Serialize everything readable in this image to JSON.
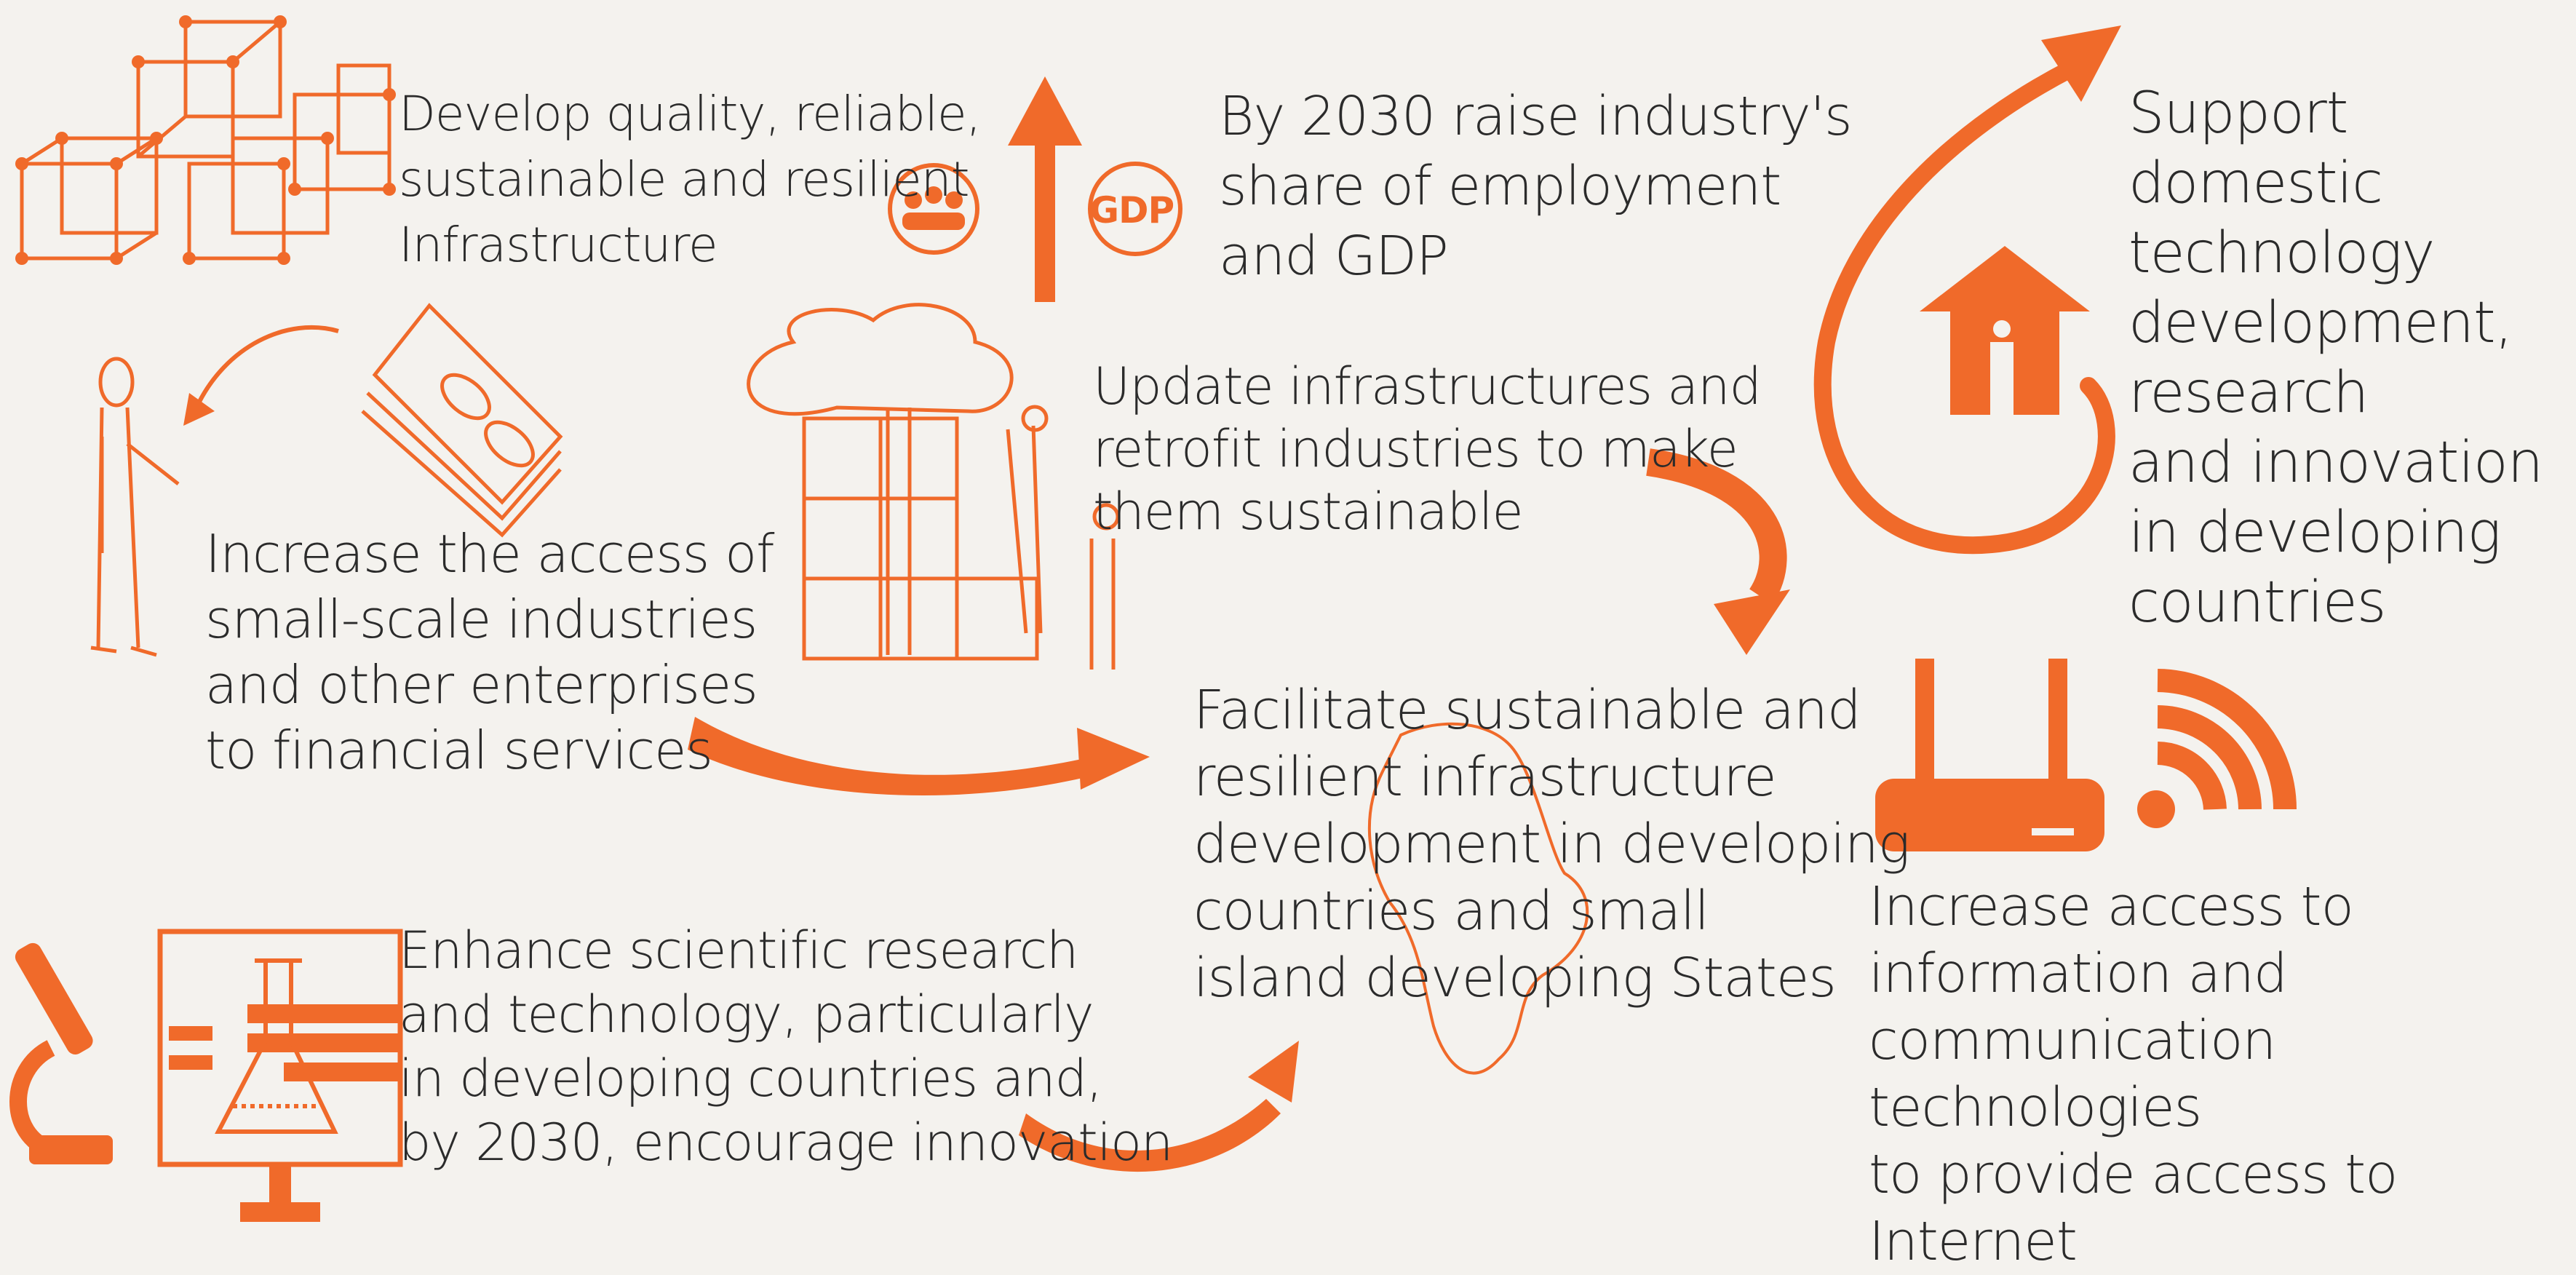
{
  "colors": {
    "accent": "#f06a2a",
    "ink": "#2b2b2b",
    "background": "#f4f2ee"
  },
  "icons": [
    "cubes-icon",
    "up-arrow-icon",
    "people-icon",
    "gdp-icon",
    "house-icon",
    "loop-arrow-icon",
    "person-icon",
    "money-icon",
    "curved-arrow-icon",
    "building-icon",
    "tree-icon",
    "swoosh-arrow-icon",
    "router-icon",
    "wifi-icon",
    "microscope-icon",
    "monitor-icon",
    "flask-icon",
    "africa-map-icon"
  ],
  "targets": {
    "infrastructure": "Develop quality, reliable,\nsustainable and resilient\nInfrastructure",
    "gdp_share": "By 2030 raise industry's\nshare of employment\nand GDP",
    "gdp_badge": "GDP",
    "domestic_tech": "Support domestic\ntechnology\ndevelopment,\n  research\n    and innovation\n    in developing\n    countries",
    "retrofit": "Update infrastructures and\nretrofit industries to make\n   them sustainable",
    "financial": "Increase the access of\nsmall-scale industries\nand other enterprises\nto financial services",
    "facilitate": "Facilitate sustainable and\nresilient infrastructure\ndevelopment in developing\ncountries and small\nisland developing States",
    "ict": "Increase access to\ninformation and\ncommunication technologies\nto provide access to Internet",
    "research": "Enhance scientific research\nand technology, particularly\nin developing countries and,\nby 2030, encourage innovation"
  }
}
